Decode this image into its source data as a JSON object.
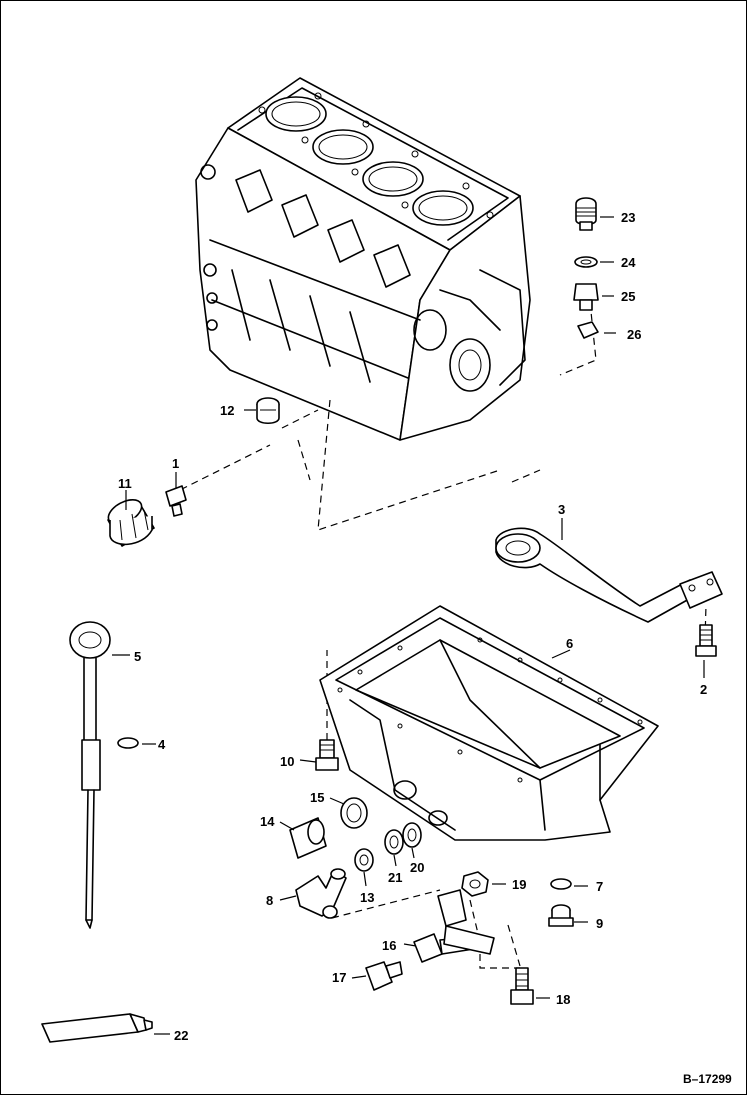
{
  "figure_number": "B–17299",
  "callouts": [
    {
      "id": "c1",
      "label": "1"
    },
    {
      "id": "c2",
      "label": "2"
    },
    {
      "id": "c3",
      "label": "3"
    },
    {
      "id": "c4",
      "label": "4"
    },
    {
      "id": "c5",
      "label": "5"
    },
    {
      "id": "c6",
      "label": "6"
    },
    {
      "id": "c7",
      "label": "7"
    },
    {
      "id": "c8",
      "label": "8"
    },
    {
      "id": "c9",
      "label": "9"
    },
    {
      "id": "c10",
      "label": "10"
    },
    {
      "id": "c11",
      "label": "11"
    },
    {
      "id": "c12",
      "label": "12"
    },
    {
      "id": "c13",
      "label": "13"
    },
    {
      "id": "c14",
      "label": "14"
    },
    {
      "id": "c15",
      "label": "15"
    },
    {
      "id": "c16",
      "label": "16"
    },
    {
      "id": "c17",
      "label": "17"
    },
    {
      "id": "c18",
      "label": "18"
    },
    {
      "id": "c19",
      "label": "19"
    },
    {
      "id": "c20",
      "label": "20"
    },
    {
      "id": "c21",
      "label": "21"
    },
    {
      "id": "c22",
      "label": "22"
    },
    {
      "id": "c23",
      "label": "23"
    },
    {
      "id": "c24",
      "label": "24"
    },
    {
      "id": "c25",
      "label": "25"
    },
    {
      "id": "c26",
      "label": "26"
    }
  ]
}
